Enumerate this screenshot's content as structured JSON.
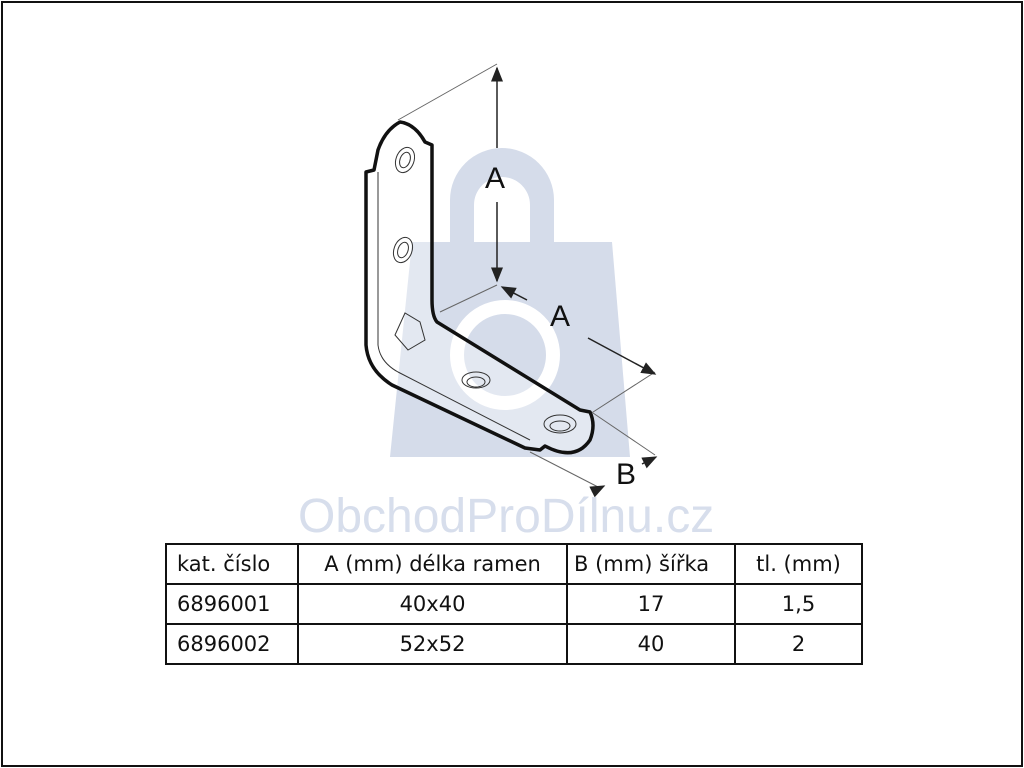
{
  "watermark": "ObchodProDílnu.cz",
  "dimension_labels": {
    "a_vertical": "A",
    "a_horizontal": "A",
    "b": "B"
  },
  "table": {
    "headers": [
      "kat. číslo",
      "A (mm) délka ramen",
      "B  (mm) šířka",
      "tl. (mm)"
    ],
    "rows": [
      [
        "6896001",
        "40x40",
        "17",
        "1,5"
      ],
      [
        "6896002",
        "52x52",
        "40",
        "2"
      ]
    ]
  },
  "colors": {
    "watermark": "#d5dcea",
    "line": "#111111"
  }
}
